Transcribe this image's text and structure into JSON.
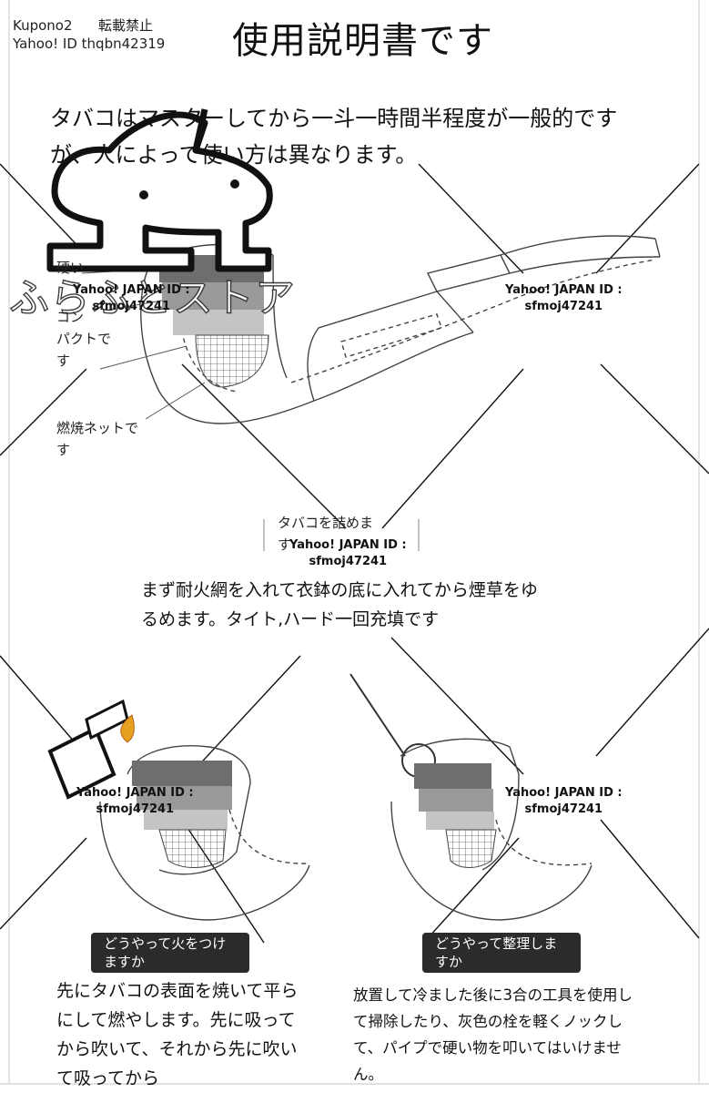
{
  "header": {
    "shop": "Kupono2",
    "notice": "転載禁止",
    "yahoo_id": "Yahoo! ID thqbn42319"
  },
  "title": "使用説明書です",
  "intro": "タバコはマスターしてから一斗一時間半程度が一般的ですが、人によって使い方は異なります。",
  "store_logo_text": "ふらふとストア",
  "diagram_labels": {
    "left_fragment_1": "硬い",
    "left_fragment_2": "コン",
    "compact": "パクトで",
    "compact_2": "す",
    "net_1": "燃焼ネットで",
    "net_2": "す"
  },
  "watermarks": [
    {
      "line1": "Yahoo! JAPAN ID :",
      "line2": "sfmoj47241"
    },
    {
      "line1": "Yahoo! JAPAN ID :",
      "line2": "sfmoj47241"
    },
    {
      "line1": "Yahoo! JAPAN ID :",
      "line2": "sfmoj47241"
    },
    {
      "line1": "Yahoo! JAPAN ID :",
      "line2": "sfmoj47241"
    },
    {
      "line1": "Yahoo! JAPAN ID :",
      "line2": "sfmoj47241"
    }
  ],
  "step_fill": {
    "label_1": "タバコを詰めま",
    "label_2": "す",
    "description": "まず耐火網を入れて衣鉢の底に入れてから煙草をゆるめます。タイト,ハード一回充填です"
  },
  "step_light": {
    "button": "どうやって火をつけますか",
    "description": "先にタバコの表面を焼いて平らにして燃やします。先に吸ってから吹いて、それから先に吹いて吸ってから"
  },
  "step_clean": {
    "button": "どうやって整理しますか",
    "description": "放置して冷ました後に3合の工具を使用して掃除したり、灰色の栓を軽くノックして、パイプで硬い物を叩いてはいけません。"
  },
  "colors": {
    "band_dark": "#6e6e6e",
    "band_mid": "#9a9a9a",
    "band_light": "#c4c4c4",
    "button_bg": "#2b2b2b",
    "flame": "#e8a020"
  },
  "icons": [
    "dog-logo-icon",
    "lighter-icon",
    "flame-icon",
    "cleaning-tool-icon"
  ]
}
